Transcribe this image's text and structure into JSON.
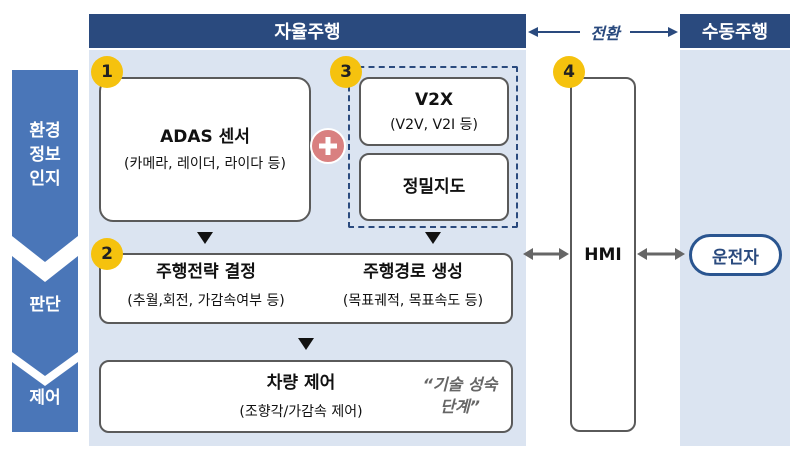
{
  "headers": {
    "autonomous": "자율주행",
    "transition": "전환",
    "manual": "수동주행"
  },
  "stages": {
    "perception": "환경\n정보\n인지",
    "judgment": "판단",
    "control": "제어"
  },
  "badges": [
    "1",
    "2",
    "3",
    "4"
  ],
  "adas": {
    "title": "ADAS 센서",
    "sub": "(카메라, 레이더, 라이다 등)"
  },
  "v2x": {
    "title": "V2X",
    "sub": "(V2V, V2I 등)"
  },
  "hdmap": {
    "title": "정밀지도"
  },
  "strategy": {
    "title": "주행전략 결정",
    "sub": "(추월,회전, 가감속여부 등)"
  },
  "route": {
    "title": "주행경로 생성",
    "sub": "(목표궤적, 목표속도 등)"
  },
  "vehicle_control": {
    "title": "차량 제어",
    "sub": "(조향각/가감속 제어)"
  },
  "tech_stage_note": "“기술 성숙\n단계”",
  "hmi": "HMI",
  "driver": "운전자",
  "colors": {
    "header": "#2a4a7e",
    "panel": "#dbe4f1",
    "chevron": "#4a76b8",
    "badge": "#f5c20e",
    "plus": "#d98080"
  }
}
